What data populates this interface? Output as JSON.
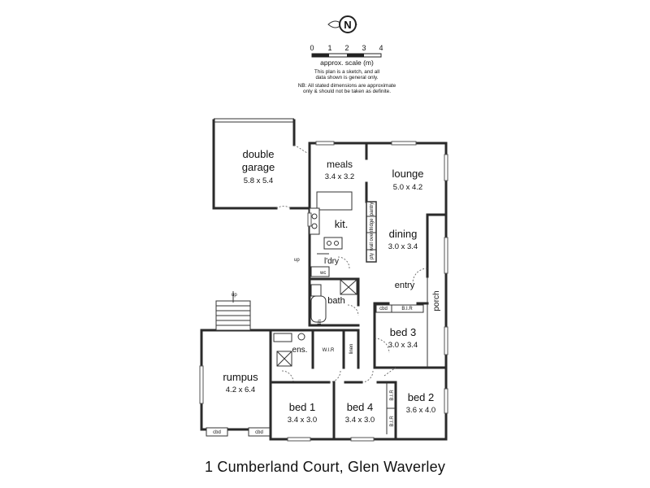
{
  "compass": {
    "letter": "N"
  },
  "scale": {
    "ticks": [
      "0",
      "1",
      "2",
      "3",
      "4"
    ],
    "label": "approx. scale (m)",
    "note_lines": [
      "This plan is a sketch, and all",
      "data shown is general only.",
      "NB: All stated dimensions are approximate",
      "only & should not be taken as definite."
    ]
  },
  "rooms": {
    "garage": {
      "name_line1": "double",
      "name_line2": "garage",
      "dims": "5.8 x 5.4"
    },
    "meals": {
      "name": "meals",
      "dims": "3.4 x 3.2"
    },
    "lounge": {
      "name": "lounge",
      "dims": "5.0 x 4.2"
    },
    "kitchen": {
      "name": "kit."
    },
    "dining": {
      "name": "dining",
      "dims": "3.0 x 3.4"
    },
    "laundry": {
      "name": "l'dry"
    },
    "entry": {
      "name": "entry"
    },
    "porch": {
      "name": "porch"
    },
    "bath": {
      "name": "bath"
    },
    "bed3": {
      "name": "bed 3",
      "dims": "3.0 x 3.4"
    },
    "ensuite": {
      "name": "ens."
    },
    "rumpus": {
      "name": "rumpus",
      "dims": "4.2 x 6.4"
    },
    "bed1": {
      "name": "bed 1",
      "dims": "3.4 x 3.0"
    },
    "bed4": {
      "name": "bed 4",
      "dims": "3.4 x 3.0"
    },
    "bed2": {
      "name": "bed 2",
      "dims": "3.6 x 4.0"
    }
  },
  "small_labels": {
    "up_laundry": "up",
    "up_stairs": "up",
    "pantry": "pantry",
    "fridge": "fridge",
    "wall_oven": "wall oven",
    "pantry2": "pty",
    "bir": "B.I.R",
    "cbd": "cbd",
    "wir": "W.I.R",
    "linen": "linen",
    "bir_v1": "B.I.R",
    "bir_v2": "B.I.R",
    "rumpus_cbd1": "cbd",
    "rumpus_cbd2": "cbd",
    "wc": "wc",
    "linen2": "lin"
  },
  "footer": {
    "address": "1 Cumberland Court, Glen Waverley"
  }
}
